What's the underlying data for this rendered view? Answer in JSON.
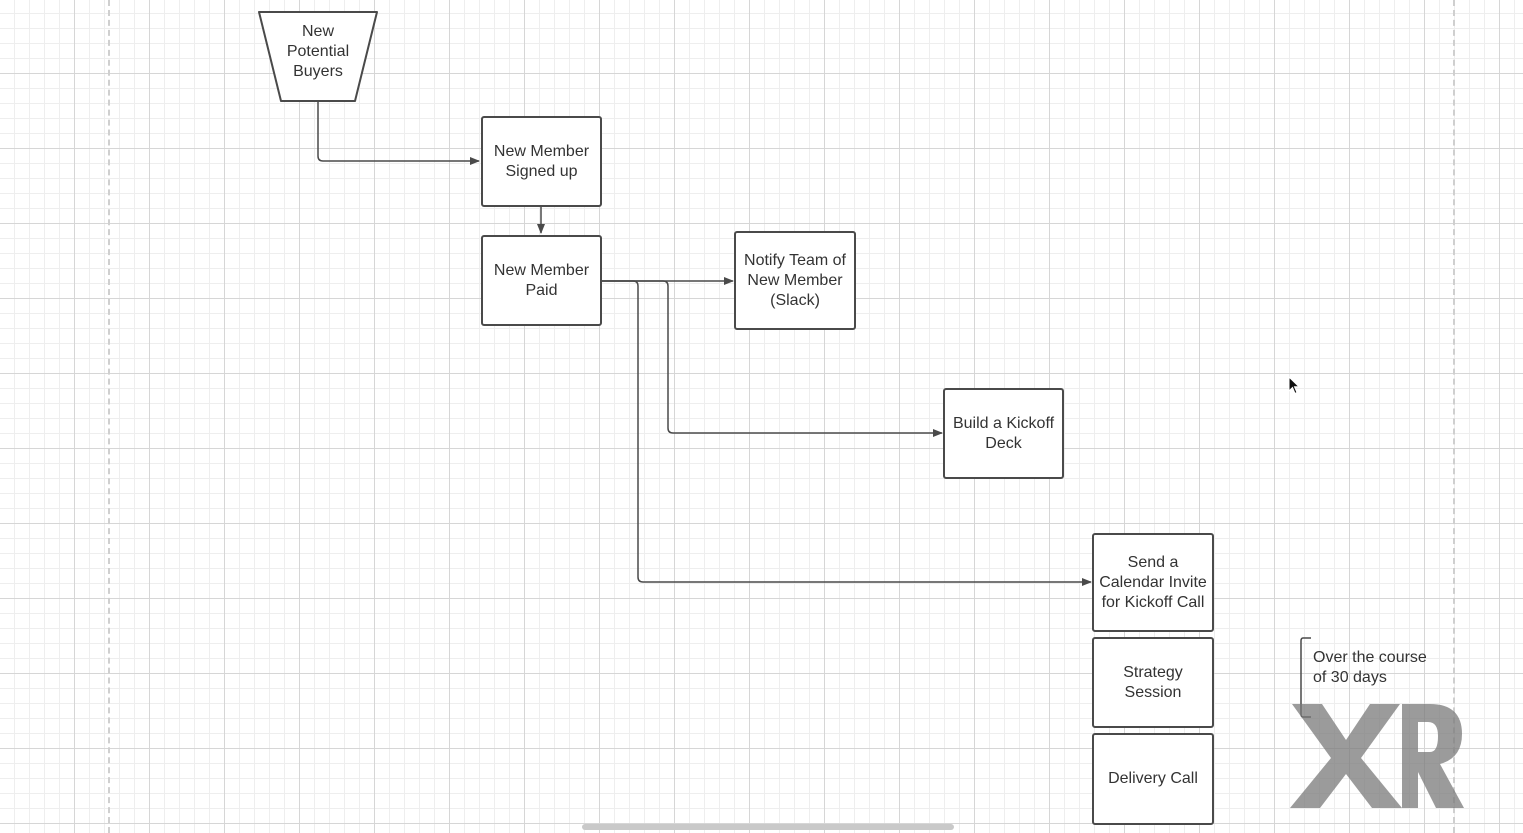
{
  "nodes": {
    "new_potential_buyers": "New Potential Buyers",
    "new_member_signed_up": "New Member Signed up",
    "new_member_paid": "New Member Paid",
    "notify_team": "Notify Team of New Member (Slack)",
    "build_kickoff_deck": "Build a Kickoff Deck",
    "send_calendar_invite": "Send a Calendar Invite for Kickoff Call",
    "strategy_session": "Strategy Session",
    "delivery_call": "Delivery Call"
  },
  "note": {
    "text": "Over the course of 30 days"
  },
  "watermark": {
    "text": "XR"
  },
  "colors": {
    "stroke": "#4a4a4a",
    "text": "#333333",
    "watermark": "#7a7a7a"
  }
}
